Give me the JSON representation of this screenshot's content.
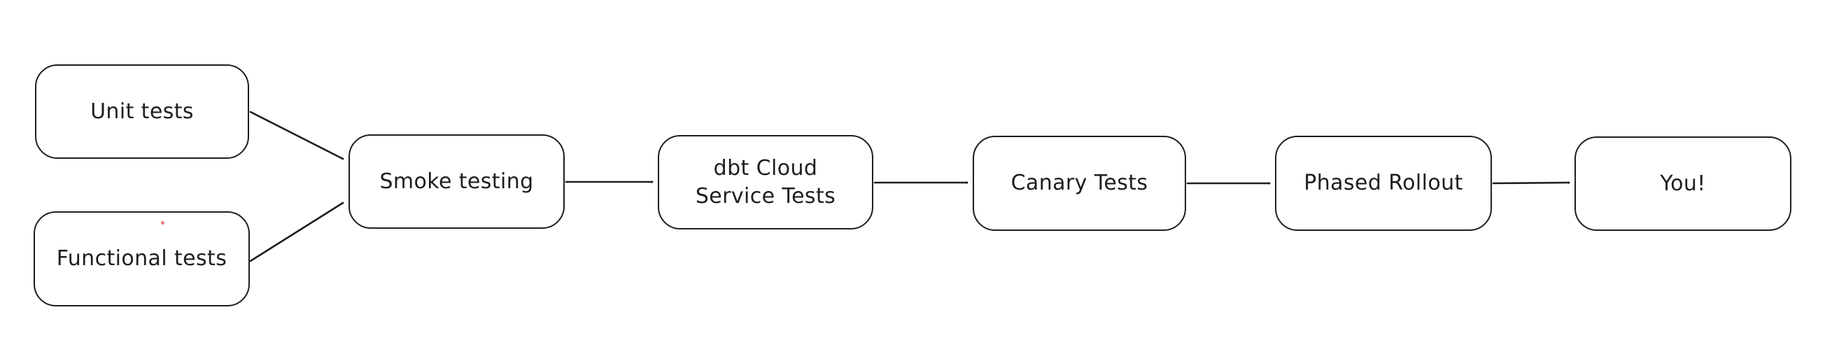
{
  "canvas": {
    "background": "#ffffff",
    "stroke_color": "#1e1e1e",
    "cursor_dot_color": "#e57373"
  },
  "nodes": [
    {
      "id": "unit-tests",
      "label": "Unit tests"
    },
    {
      "id": "functional-tests",
      "label": "Functional tests"
    },
    {
      "id": "smoke-testing",
      "label": "Smoke testing"
    },
    {
      "id": "dbt-cloud-service-tests",
      "label": "dbt Cloud Service Tests",
      "line1": "dbt Cloud",
      "line2": "Service Tests"
    },
    {
      "id": "canary-tests",
      "label": "Canary Tests"
    },
    {
      "id": "phased-rollout",
      "label": "Phased Rollout"
    },
    {
      "id": "you",
      "label": "You!"
    }
  ],
  "edges": [
    {
      "from": "unit-tests",
      "to": "smoke-testing"
    },
    {
      "from": "functional-tests",
      "to": "smoke-testing"
    },
    {
      "from": "smoke-testing",
      "to": "dbt-cloud-service-tests"
    },
    {
      "from": "dbt-cloud-service-tests",
      "to": "canary-tests"
    },
    {
      "from": "canary-tests",
      "to": "phased-rollout"
    },
    {
      "from": "phased-rollout",
      "to": "you"
    }
  ]
}
